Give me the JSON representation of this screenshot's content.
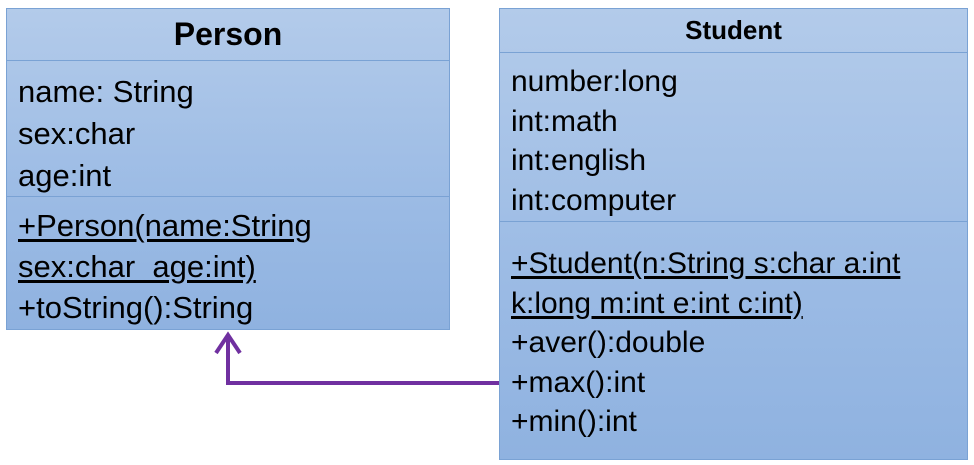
{
  "person": {
    "name": "Person",
    "attributes": [
      "name: String",
      "sex:char",
      "age:int"
    ],
    "operations": [
      "+Person(name:String",
      "sex:char  age:int)",
      "+toString():String"
    ]
  },
  "student": {
    "name": "Student",
    "attributes": [
      "number:long",
      "int:math",
      "int:english",
      "int:computer"
    ],
    "operations": [
      "+Student(n:String s:char a:int",
      "k:long m:int e:int c:int)",
      "+aver():double",
      "+max():int",
      "+min():int"
    ]
  },
  "colors": {
    "box_fill": "#9dbce5",
    "box_border": "#7aa2d4",
    "arrow": "#7030a0"
  }
}
